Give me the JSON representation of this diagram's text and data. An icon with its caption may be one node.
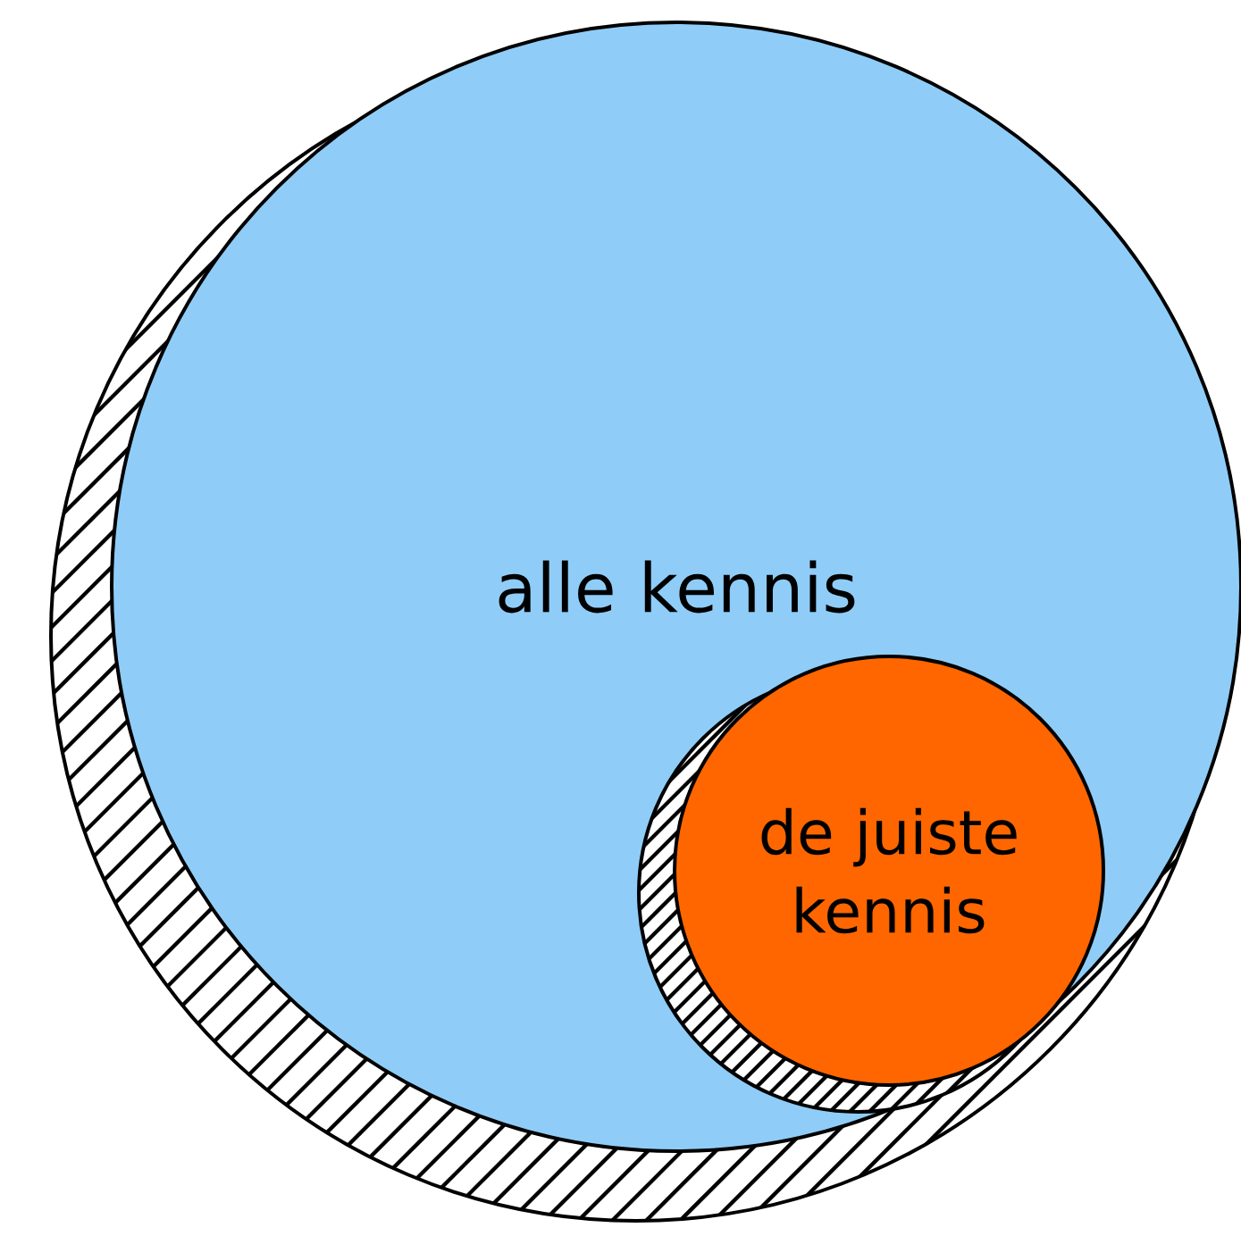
{
  "diagram": {
    "nodes": [
      {
        "text": [
          "alle kennis"
        ]
      },
      {
        "text": [
          "de juiste kennis"
        ],
        "in": 0
      }
    ]
  }
}
